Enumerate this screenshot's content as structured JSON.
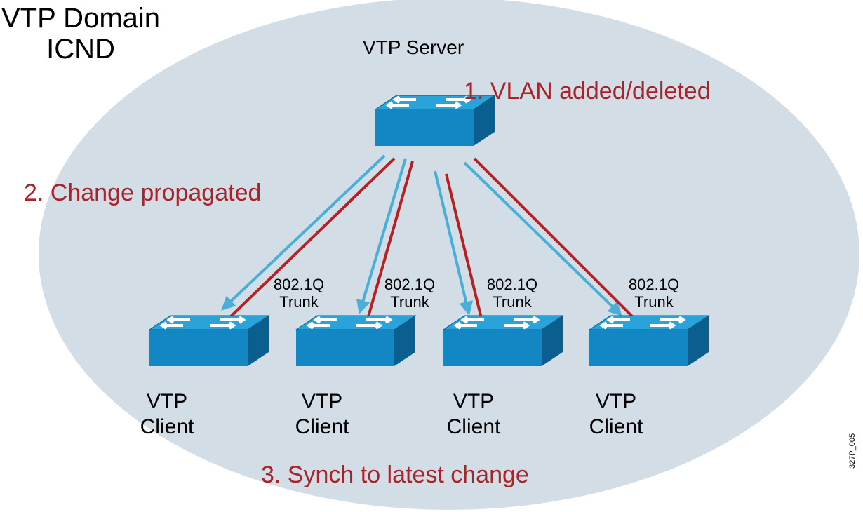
{
  "domain": {
    "line1": "VTP Domain",
    "line2": "ICND"
  },
  "server": {
    "label": "VTP Server"
  },
  "steps": [
    "1. VLAN added/deleted",
    "2. Change propagated",
    "3. Synch to latest change"
  ],
  "links": [
    {
      "line1": "802.1Q",
      "line2": "Trunk"
    },
    {
      "line1": "802.1Q",
      "line2": "Trunk"
    },
    {
      "line1": "802.1Q",
      "line2": "Trunk"
    },
    {
      "line1": "802.1Q",
      "line2": "Trunk"
    }
  ],
  "clients": [
    {
      "line1": "VTP",
      "line2": "Client"
    },
    {
      "line1": "VTP",
      "line2": "Client"
    },
    {
      "line1": "VTP",
      "line2": "Client"
    },
    {
      "line1": "VTP",
      "line2": "Client"
    }
  ],
  "figure_id": "327P_005",
  "colors": {
    "domain_fill": "#d3dde5",
    "switch_top": "#29a3d9",
    "switch_front": "#1287c4",
    "switch_side": "#0a5f8e",
    "propagate_arrow": "#4aafd8",
    "sync_line": "#b52025",
    "step_text": "#a8232a"
  }
}
